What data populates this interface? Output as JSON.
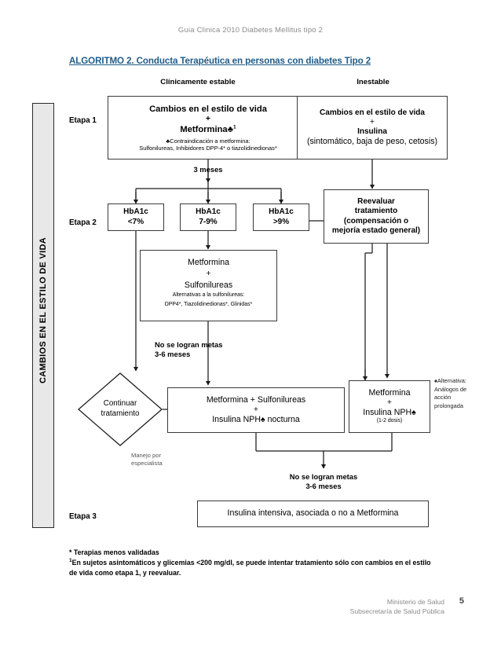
{
  "document": {
    "header": "Guia Clinica 2010 Diabetes Mellitus tipo 2",
    "title": "ALGORITMO 2. Conducta Terapéutica en personas con diabetes Tipo 2",
    "title_color": "#1f5c88",
    "page_number": "5"
  },
  "sidebar": {
    "label": "CAMBIOS EN EL ESTILO DE VIDA"
  },
  "stages": {
    "etapa1": "Etapa 1",
    "etapa2": "Etapa 2",
    "etapa3": "Etapa 3"
  },
  "columns": {
    "stable": "Clínicamente estable",
    "unstable": "Inestable"
  },
  "boxes": {
    "stable_start": {
      "line1": "Cambios en el estilo de vida",
      "plus": "+",
      "line2": "Metformina♣",
      "superscript": "1",
      "note1": "♣Contraindicación a metformina:",
      "note2": "Sulfonilureas, Inhibidores DPP-4* o tiazolidinedionas*"
    },
    "unstable_start": {
      "line1": "Cambios en el estilo de vida",
      "plus": "+",
      "line2": "Insulina",
      "line3": "(sintomático, baja de peso, cetosis)"
    },
    "reevaluate": {
      "line1": "Reevaluar",
      "line2": "tratamiento",
      "line3": "(compensación o",
      "line4": "mejoría estado general)"
    },
    "hba1c_low": {
      "label": "HbA1c",
      "value": "<7%"
    },
    "hba1c_mid": {
      "label": "HbA1c",
      "value": "7-9%"
    },
    "hba1c_high": {
      "label": "HbA1c",
      "value": ">9%"
    },
    "met_sulfo": {
      "line1": "Metformina",
      "plus": "+",
      "line2": "Sulfonilureas",
      "note1": "Alternativas a la sulfonilureas:",
      "note2": "DPP4*, Tiazolidinedionas*, Glinidas*"
    },
    "continue": {
      "line1": "Continuar",
      "line2": "tratamiento"
    },
    "met_sulfo_insulin": {
      "line1": "Metformina + Sulfonilureas",
      "plus": "+",
      "line2": "Insulina NPH♠ nocturna"
    },
    "met_insulin": {
      "line1": "Metformina",
      "plus": "+",
      "line2": "Insulina NPH♠",
      "note": "(1-2 dosis)"
    },
    "intensive": {
      "line1": "Insulina intensiva, asociada o no a Metformina"
    }
  },
  "annotations": {
    "three_months": "3 meses",
    "no_goals_1_line1": "No se logran metas",
    "no_goals_1_line2": "3-6 meses",
    "no_goals_2_line1": "No se logran metas",
    "no_goals_2_line2": "3-6 meses",
    "specialist_line1": "Manejo por",
    "specialist_line2": "especialista",
    "alternative_line1": "♠Alternativa:",
    "alternative_line2": "Análogos de",
    "alternative_line3": "acción",
    "alternative_line4": "prolongada"
  },
  "footnotes": {
    "line1": "* Terapias menos validadas",
    "sup": "1",
    "line2": "En sujetos asintomáticos y glicemias <200 mg/dl, se puede intentar tratamiento sólo con cambios en el estilo de vida como etapa 1, y reevaluar."
  },
  "footer": {
    "line1": "Ministerio de Salud",
    "line2": "Subsecretaría de Salud Pública"
  }
}
